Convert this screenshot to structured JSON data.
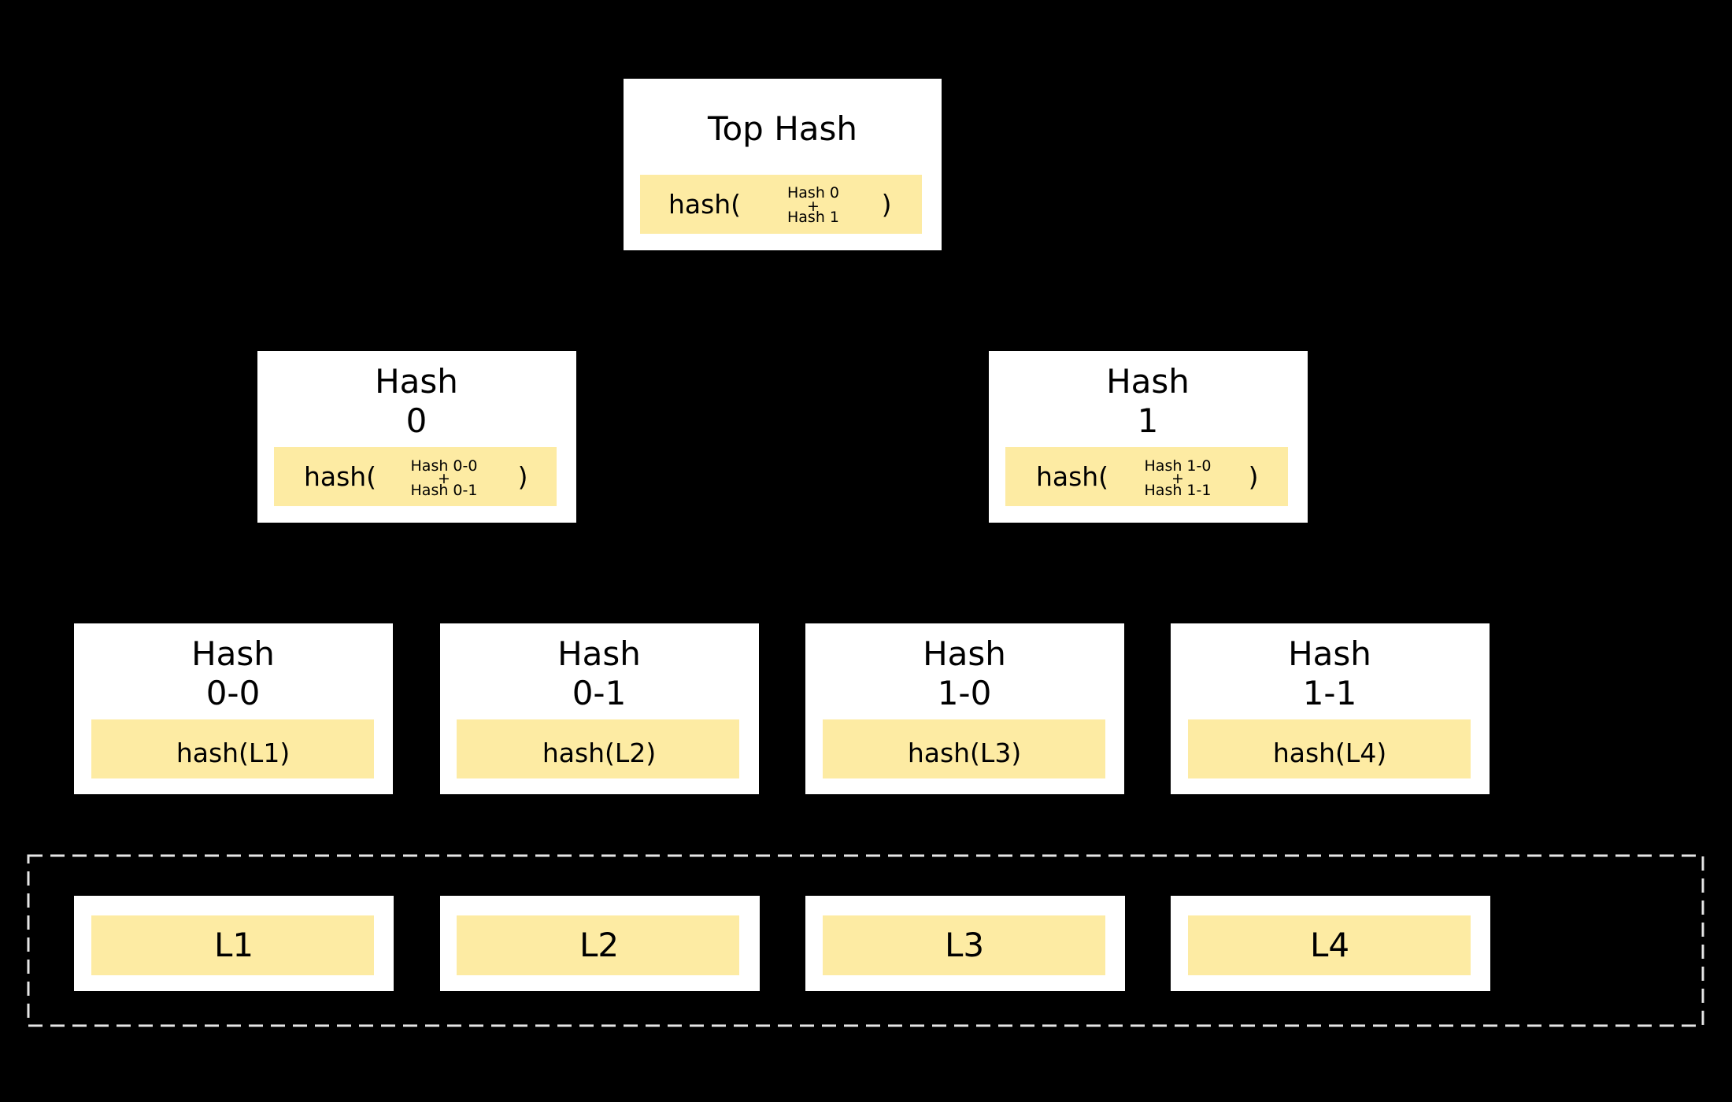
{
  "top": {
    "title": "Top Hash",
    "fn_open": "hash(",
    "arg_a": "Hash 0",
    "plus": "+",
    "arg_b": "Hash 1",
    "fn_close": ")"
  },
  "mid": [
    {
      "title_line1": "Hash",
      "title_line2": "0",
      "fn_open": "hash(",
      "arg_a": "Hash 0-0",
      "plus": "+",
      "arg_b": "Hash 0-1",
      "fn_close": ")"
    },
    {
      "title_line1": "Hash",
      "title_line2": "1",
      "fn_open": "hash(",
      "arg_a": "Hash 1-0",
      "plus": "+",
      "arg_b": "Hash 1-1",
      "fn_close": ")"
    }
  ],
  "hashes": [
    {
      "title_line1": "Hash",
      "title_line2": "0-0",
      "formula": "hash(L1)"
    },
    {
      "title_line1": "Hash",
      "title_line2": "0-1",
      "formula": "hash(L2)"
    },
    {
      "title_line1": "Hash",
      "title_line2": "1-0",
      "formula": "hash(L3)"
    },
    {
      "title_line1": "Hash",
      "title_line2": "1-1",
      "formula": "hash(L4)"
    }
  ],
  "leaves": [
    {
      "label": "L1"
    },
    {
      "label": "L2"
    },
    {
      "label": "L3"
    },
    {
      "label": "L4"
    }
  ],
  "colors": {
    "background": "#000000",
    "node": "#ffffff",
    "formula_fill": "#fdeba3",
    "dashed_frame": "#e6e6e6"
  }
}
